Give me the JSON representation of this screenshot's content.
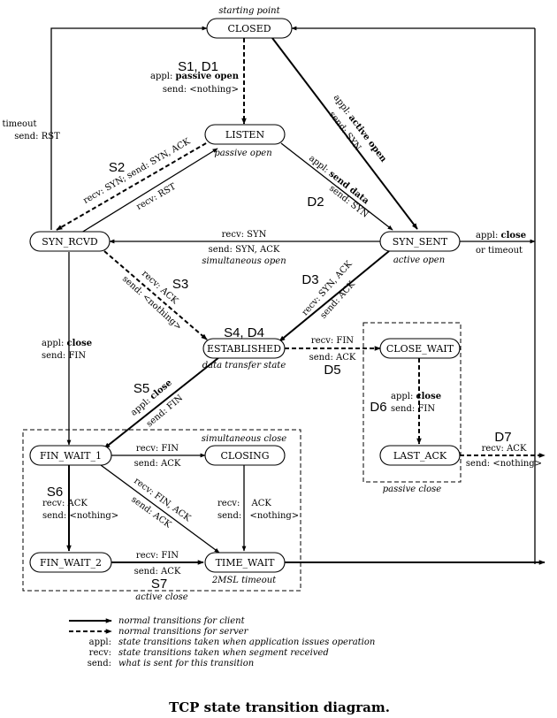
{
  "states": {
    "closed": "CLOSED",
    "listen": "LISTEN",
    "syn_rcvd": "SYN_RCVD",
    "syn_sent": "SYN_SENT",
    "established": "ESTABLISHED",
    "close_wait": "CLOSE_WAIT",
    "last_ack": "LAST_ACK",
    "fin_wait_1": "FIN_WAIT_1",
    "closing": "CLOSING",
    "fin_wait_2": "FIN_WAIT_2",
    "time_wait": "TIME_WAIT"
  },
  "notes": {
    "starting_point": "starting point",
    "passive_open": "passive open",
    "active_open": "active open",
    "simultaneous_open": "simultaneous open",
    "data_transfer_state": "data transfer state",
    "simultaneous_close": "simultaneous close",
    "passive_close": "passive close",
    "active_close": "active close",
    "msl_timeout": "2MSL timeout"
  },
  "tags": {
    "s1d1": "S1, D1",
    "s2": "S2",
    "d2": "D2",
    "s3": "S3",
    "d3": "D3",
    "s4d4": "S4, D4",
    "d5": "D5",
    "s5": "S5",
    "d6": "D6",
    "s6": "S6",
    "s7": "S7",
    "d7": "D7"
  },
  "labels": {
    "appl": "appl:",
    "send": "send:",
    "recv": "recv:",
    "passive_open_cmd": "passive open",
    "send_nothing": "send: <nothing>",
    "nothing": "<nothing>",
    "timeout": "timeout",
    "send_rst": "send: RST",
    "recv_syn_send_synack": "recv: SYN;  send: SYN, ACK",
    "recv_rst": "recv: RST",
    "active_open_cmd": "active open",
    "send_syn": "send: SYN",
    "send_data_cmd": "send data",
    "recv_syn": "recv: SYN",
    "send_syn_ack": "send: SYN, ACK",
    "close_cmd": "close",
    "or_timeout": "or timeout",
    "recv_ack": "recv: ACK",
    "recv_syn_ack": "recv: SYN, ACK",
    "send_ack": "send: ACK",
    "send_fin": "send: FIN",
    "recv_fin": "recv: FIN",
    "recv_fin_ack": "recv: FIN, ACK",
    "ack": "ACK"
  },
  "legend": [
    {
      "key": "",
      "text": "normal transitions for client"
    },
    {
      "key": "",
      "text": "normal transitions for server"
    },
    {
      "key": "appl:",
      "text": "state transitions taken when application issues operation"
    },
    {
      "key": "recv:",
      "text": "state transitions taken when segment received"
    },
    {
      "key": "send:",
      "text": "what is sent for this transition"
    }
  ],
  "caption": "TCP state transition diagram."
}
